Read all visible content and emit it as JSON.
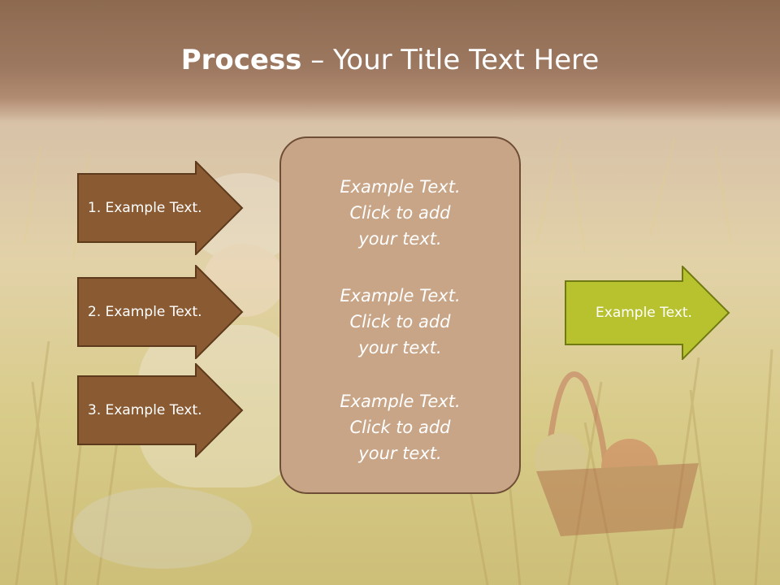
{
  "slide": {
    "title_bold": "Process",
    "title_rest": " – Your Title Text Here",
    "left_arrows": [
      {
        "label": "1. Example Text."
      },
      {
        "label": "2. Example Text."
      },
      {
        "label": "3. Example Text."
      }
    ],
    "center_items": [
      {
        "line1": "Example Text.",
        "line2": "Click  to add",
        "line3": "your text."
      },
      {
        "line1": "Example Text.",
        "line2": "Click  to add",
        "line3": "your text."
      },
      {
        "line1": "Example Text.",
        "line2": "Click  to add",
        "line3": "your text."
      }
    ],
    "right_arrow": {
      "label": "Example Text."
    }
  },
  "colors": {
    "title_bar": "#9d7860",
    "left_arrow_fill": "#8a5a32",
    "left_arrow_border": "#5e3a1c",
    "center_box_fill": "#c9a587",
    "center_box_border": "#6e4e36",
    "right_arrow_fill": "#b8c22e",
    "right_arrow_border": "#6f7a10"
  }
}
